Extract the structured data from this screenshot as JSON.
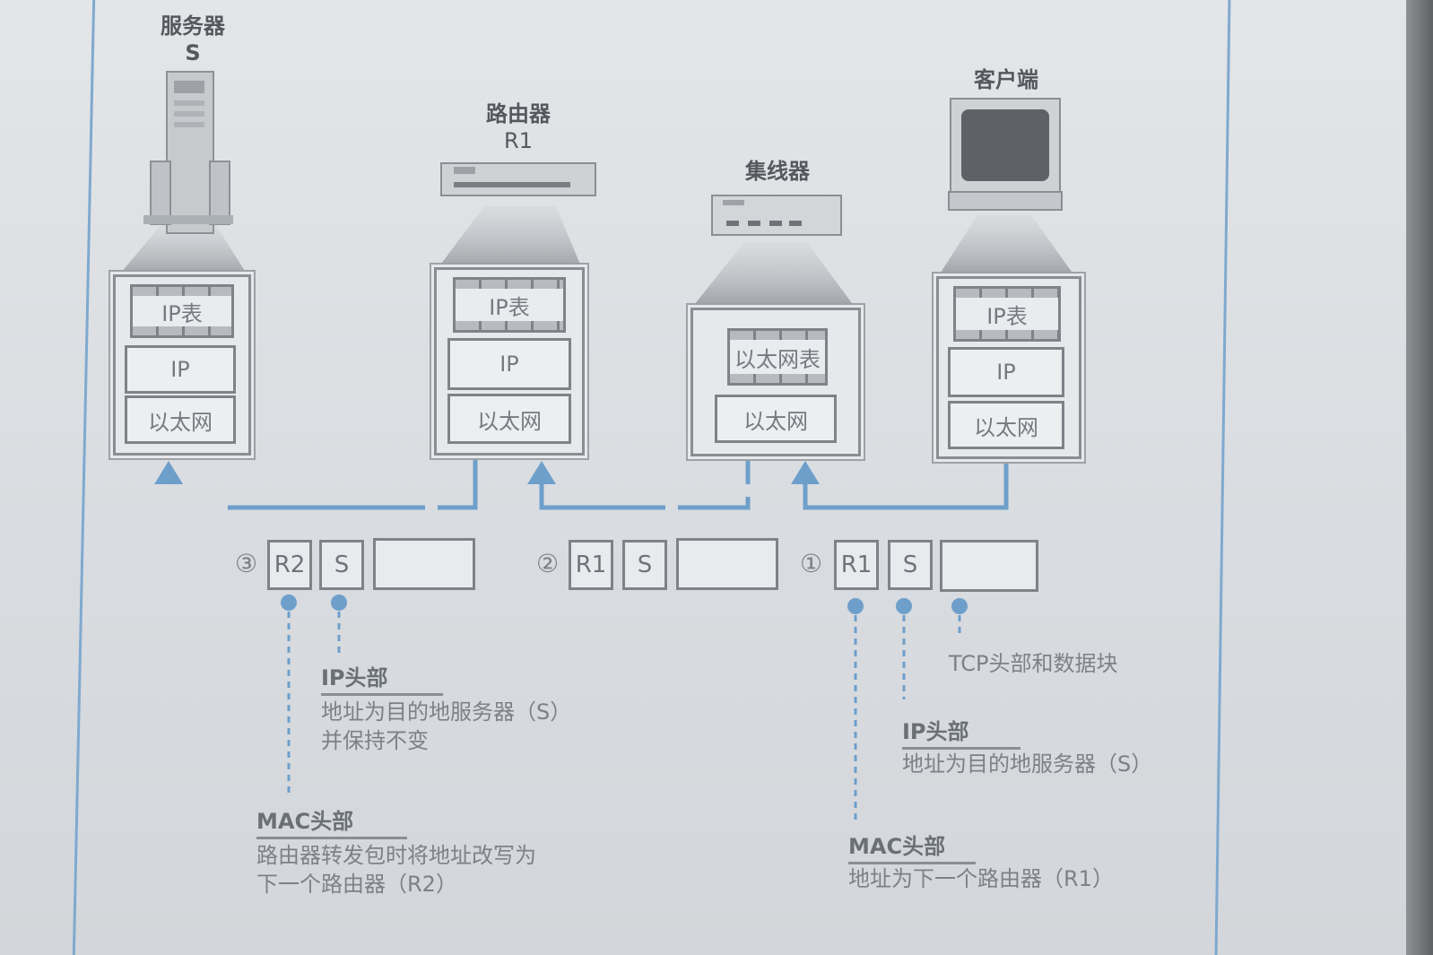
{
  "devices": {
    "server": {
      "name": "服务器",
      "id": "S"
    },
    "router": {
      "name": "路由器",
      "id": "R1"
    },
    "hub": {
      "name": "集线器"
    },
    "client": {
      "name": "客户端"
    }
  },
  "layers": {
    "ip_table": "IP表",
    "ip": "IP",
    "ethernet": "以太网",
    "ethernet_table": "以太网表"
  },
  "packets": [
    {
      "num": "③",
      "mac": "R2",
      "ip": "S"
    },
    {
      "num": "②",
      "mac": "R1",
      "ip": "S"
    },
    {
      "num": "①",
      "mac": "R1",
      "ip": "S"
    }
  ],
  "notes": {
    "left_ip": {
      "title": "IP头部",
      "body": "地址为目的地服务器（S）\n并保持不变"
    },
    "left_mac": {
      "title": "MAC头部",
      "body": "路由器转发包时将地址改写为\n下一个路由器（R2）"
    },
    "right_tcp": "TCP头部和数据块",
    "right_ip": {
      "title": "IP头部",
      "body": "地址为目的地服务器（S）"
    },
    "right_mac": {
      "title": "MAC头部",
      "body": "地址为下一个路由器（R1）"
    }
  },
  "colors": {
    "flow_line": "#6e9fcb",
    "frame_line": "#7fa9cf"
  }
}
